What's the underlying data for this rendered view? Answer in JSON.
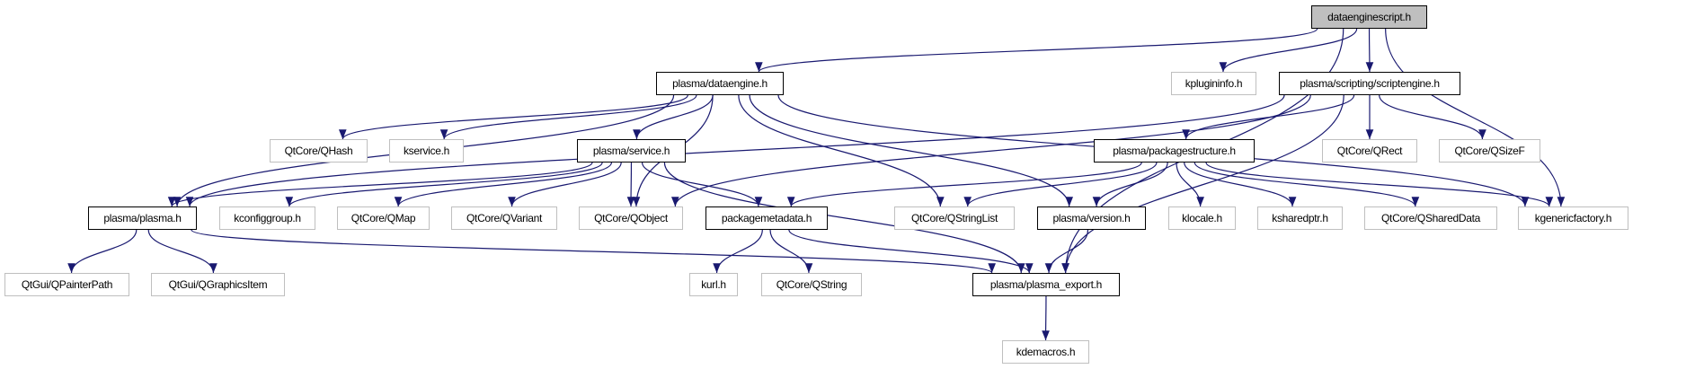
{
  "graph": {
    "edge_color": "#191970",
    "nodes": [
      {
        "id": "root",
        "label": "dataenginescript.h",
        "kind": "root"
      },
      {
        "id": "dataengine",
        "label": "plasma/dataengine.h",
        "kind": "documented"
      },
      {
        "id": "kplugininfo",
        "label": "kplugininfo.h",
        "kind": "external"
      },
      {
        "id": "scriptengine",
        "label": "plasma/scripting/scriptengine.h",
        "kind": "documented"
      },
      {
        "id": "qhash",
        "label": "QtCore/QHash",
        "kind": "external"
      },
      {
        "id": "kservice",
        "label": "kservice.h",
        "kind": "external"
      },
      {
        "id": "service",
        "label": "plasma/service.h",
        "kind": "documented"
      },
      {
        "id": "packagestructure",
        "label": "plasma/packagestructure.h",
        "kind": "documented"
      },
      {
        "id": "qrect",
        "label": "QtCore/QRect",
        "kind": "external"
      },
      {
        "id": "qsizef",
        "label": "QtCore/QSizeF",
        "kind": "external"
      },
      {
        "id": "plasma",
        "label": "plasma/plasma.h",
        "kind": "documented"
      },
      {
        "id": "kconfiggroup",
        "label": "kconfiggroup.h",
        "kind": "external"
      },
      {
        "id": "qmap",
        "label": "QtCore/QMap",
        "kind": "external"
      },
      {
        "id": "qvariant",
        "label": "QtCore/QVariant",
        "kind": "external"
      },
      {
        "id": "qobject",
        "label": "QtCore/QObject",
        "kind": "external"
      },
      {
        "id": "packagemetadata",
        "label": "packagemetadata.h",
        "kind": "documented"
      },
      {
        "id": "qstringlist",
        "label": "QtCore/QStringList",
        "kind": "external"
      },
      {
        "id": "version",
        "label": "plasma/version.h",
        "kind": "documented"
      },
      {
        "id": "klocale",
        "label": "klocale.h",
        "kind": "external"
      },
      {
        "id": "ksharedptr",
        "label": "ksharedptr.h",
        "kind": "external"
      },
      {
        "id": "qshareddata",
        "label": "QtCore/QSharedData",
        "kind": "external"
      },
      {
        "id": "kgenericfactory",
        "label": "kgenericfactory.h",
        "kind": "external"
      },
      {
        "id": "qpainterpath",
        "label": "QtGui/QPainterPath",
        "kind": "external"
      },
      {
        "id": "qgraphicsitem",
        "label": "QtGui/QGraphicsItem",
        "kind": "external"
      },
      {
        "id": "kurl",
        "label": "kurl.h",
        "kind": "external"
      },
      {
        "id": "qstring",
        "label": "QtCore/QString",
        "kind": "external"
      },
      {
        "id": "plasma_export",
        "label": "plasma/plasma_export.h",
        "kind": "documented"
      },
      {
        "id": "kdemacros",
        "label": "kdemacros.h",
        "kind": "external"
      }
    ],
    "edges": [
      [
        "root",
        "dataengine"
      ],
      [
        "root",
        "kplugininfo"
      ],
      [
        "root",
        "scriptengine"
      ],
      [
        "root",
        "kgenericfactory"
      ],
      [
        "root",
        "plasma_export"
      ],
      [
        "dataengine",
        "qhash"
      ],
      [
        "dataengine",
        "kservice"
      ],
      [
        "dataengine",
        "plasma"
      ],
      [
        "dataengine",
        "service"
      ],
      [
        "dataengine",
        "qobject"
      ],
      [
        "dataengine",
        "qstringlist"
      ],
      [
        "dataengine",
        "version"
      ],
      [
        "dataengine",
        "kgenericfactory"
      ],
      [
        "scriptengine",
        "plasma"
      ],
      [
        "scriptengine",
        "qobject"
      ],
      [
        "scriptengine",
        "packagestructure"
      ],
      [
        "scriptengine",
        "qrect"
      ],
      [
        "scriptengine",
        "qsizef"
      ],
      [
        "scriptengine",
        "plasma_export"
      ],
      [
        "service",
        "plasma"
      ],
      [
        "service",
        "kconfiggroup"
      ],
      [
        "service",
        "qmap"
      ],
      [
        "service",
        "qvariant"
      ],
      [
        "service",
        "qobject"
      ],
      [
        "service",
        "packagemetadata"
      ],
      [
        "service",
        "plasma_export"
      ],
      [
        "packagestructure",
        "packagemetadata"
      ],
      [
        "packagestructure",
        "qstringlist"
      ],
      [
        "packagestructure",
        "version"
      ],
      [
        "packagestructure",
        "klocale"
      ],
      [
        "packagestructure",
        "ksharedptr"
      ],
      [
        "packagestructure",
        "qshareddata"
      ],
      [
        "packagestructure",
        "kgenericfactory"
      ],
      [
        "plasma",
        "qpainterpath"
      ],
      [
        "plasma",
        "qgraphicsitem"
      ],
      [
        "plasma",
        "plasma_export"
      ],
      [
        "packagemetadata",
        "kurl"
      ],
      [
        "packagemetadata",
        "qstring"
      ],
      [
        "packagemetadata",
        "plasma_export"
      ],
      [
        "version",
        "plasma_export"
      ],
      [
        "plasma_export",
        "kdemacros"
      ]
    ]
  }
}
